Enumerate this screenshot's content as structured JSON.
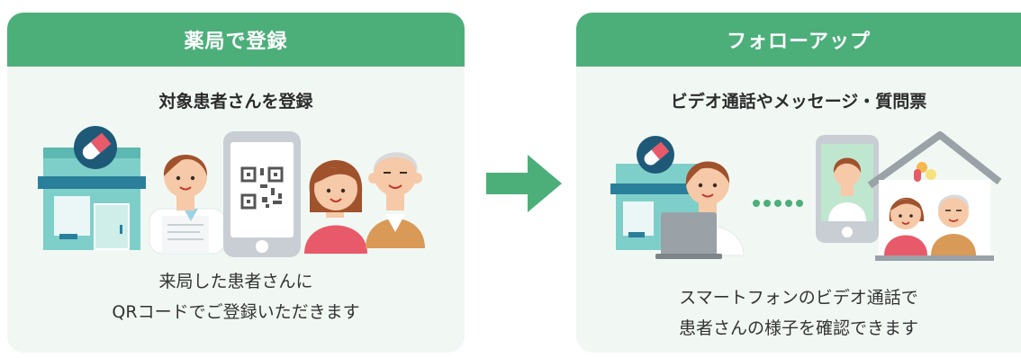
{
  "steps": [
    {
      "header": "薬局で登録",
      "subtitle": "対象患者さんを登録",
      "desc_lines": [
        "来局した患者さんに",
        "QRコードでご登録いただきます"
      ]
    },
    {
      "header": "フォローアップ",
      "subtitle": "ビデオ通話やメッセージ・質問票",
      "desc_lines": [
        "スマートフォンのビデオ通話で",
        "患者さんの様子を確認できます"
      ]
    }
  ],
  "icons": [
    "pharmacy-icon",
    "pill-icon",
    "pharmacist-icon",
    "smartphone-icon",
    "qr-code-icon",
    "patient-icon",
    "elderly-patient-icon",
    "arrow-right-icon",
    "laptop-icon",
    "house-icon",
    "video-call-icon"
  ],
  "colors": {
    "header_green": "#4caf7a",
    "panel_bg": "#f1f8f3",
    "arrow_green": "#4caf7a",
    "pharmacy_teal": "#7ecfc9",
    "pill_badge": "#1e5a78",
    "patient_pink": "#e85a6a"
  }
}
